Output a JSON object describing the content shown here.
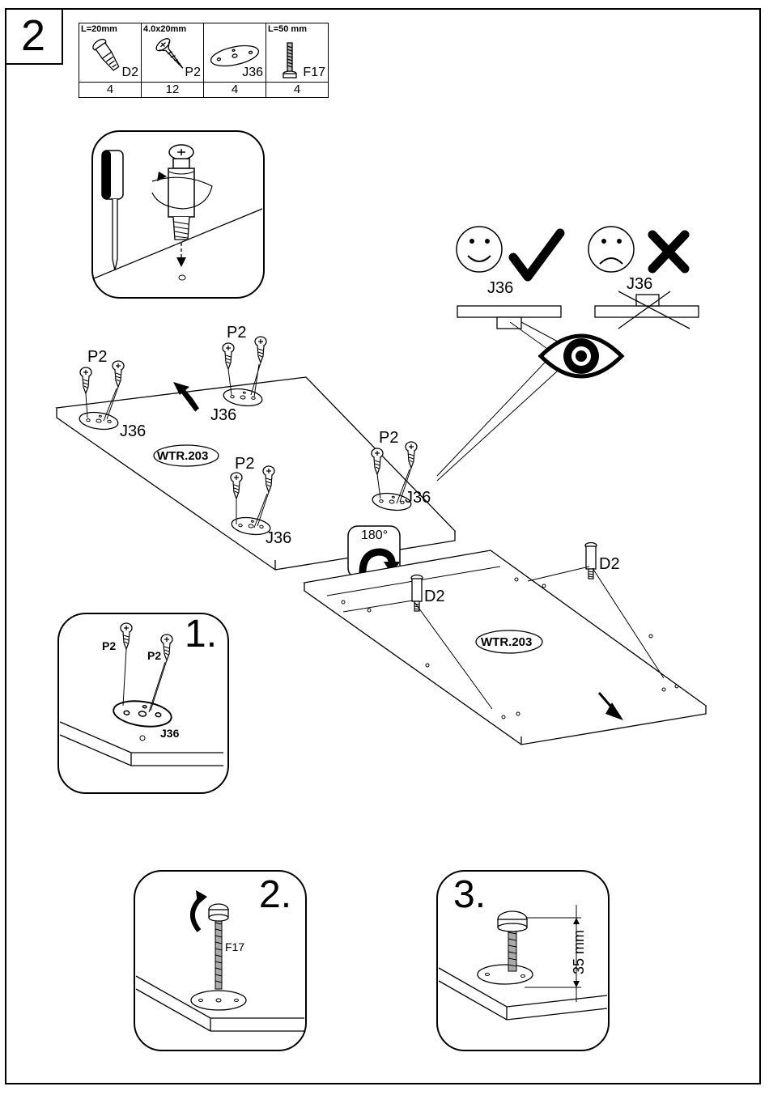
{
  "step": "2",
  "parts": [
    {
      "dimension": "L=20mm",
      "code": "D2",
      "qty": "4",
      "icon": "cam-bolt-icon"
    },
    {
      "dimension": "4.0x20mm",
      "code": "P2",
      "qty": "12",
      "icon": "screw-icon"
    },
    {
      "dimension": "",
      "code": "J36",
      "qty": "4",
      "icon": "plate-icon"
    },
    {
      "dimension": "L=50 mm",
      "code": "F17",
      "qty": "4",
      "icon": "leveler-icon"
    }
  ],
  "labels": {
    "p2": "P2",
    "j36": "J36",
    "d2": "D2",
    "f17": "F17",
    "panel": "WTR.203",
    "rotate": "180°",
    "measure": "35 mm",
    "sub1": "1.",
    "sub2": "2.",
    "sub3": "3."
  }
}
